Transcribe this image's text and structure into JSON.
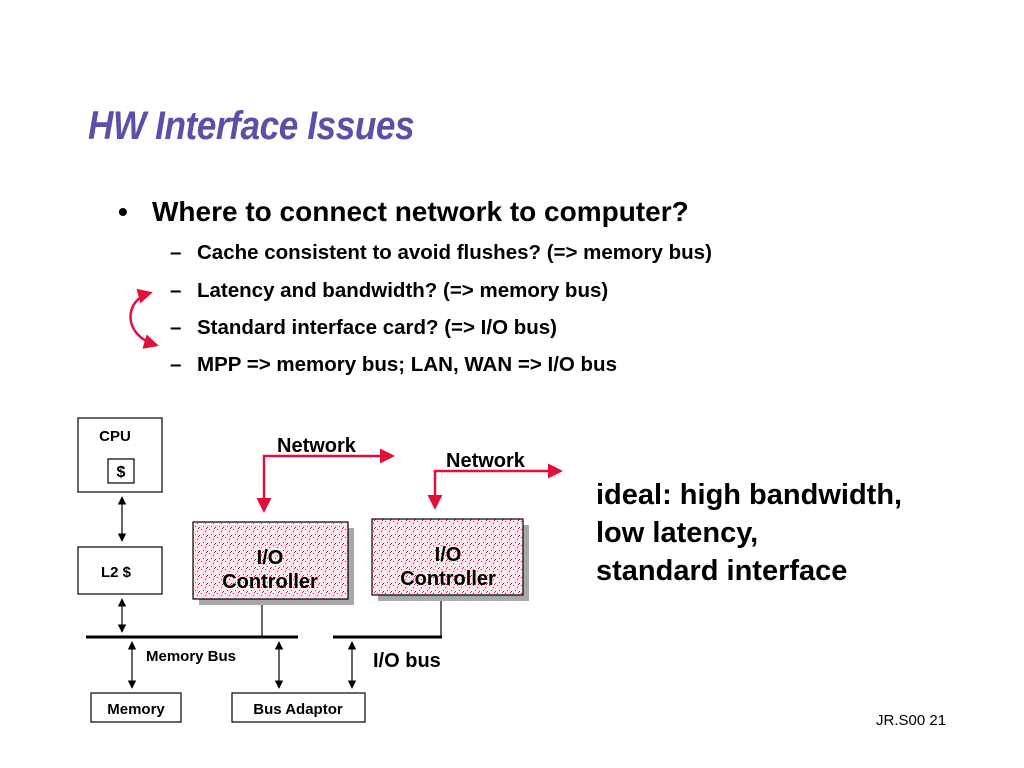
{
  "title": "HW Interface Issues",
  "bullet": {
    "text": "Where to connect network to computer?",
    "subs": [
      "Cache consistent to avoid flushes? (=> memory bus)",
      "Latency and bandwidth? (=> memory bus)",
      "Standard interface card? (=> I/O bus)",
      "MPP => memory bus; LAN, WAN => I/O bus"
    ]
  },
  "diagram": {
    "cpu": "CPU",
    "cache": "$",
    "l2": "L2 $",
    "memory_bus": "Memory Bus",
    "memory": "Memory",
    "bus_adaptor": "Bus Adaptor",
    "io_bus": "I/O bus",
    "controller1": [
      "I/O",
      "Controller"
    ],
    "controller2": [
      "I/O",
      "Controller"
    ],
    "network1": "Network",
    "network2": "Network"
  },
  "ideal": [
    "ideal: high bandwidth,",
    "low latency,",
    "standard interface"
  ],
  "footer": "JR.S00 21",
  "colors": {
    "title": "#5b4fa8",
    "arrow_red": "#e0103a",
    "controller_fill": "#fbe8ec",
    "controller_shadow": "#a8a8a8"
  }
}
